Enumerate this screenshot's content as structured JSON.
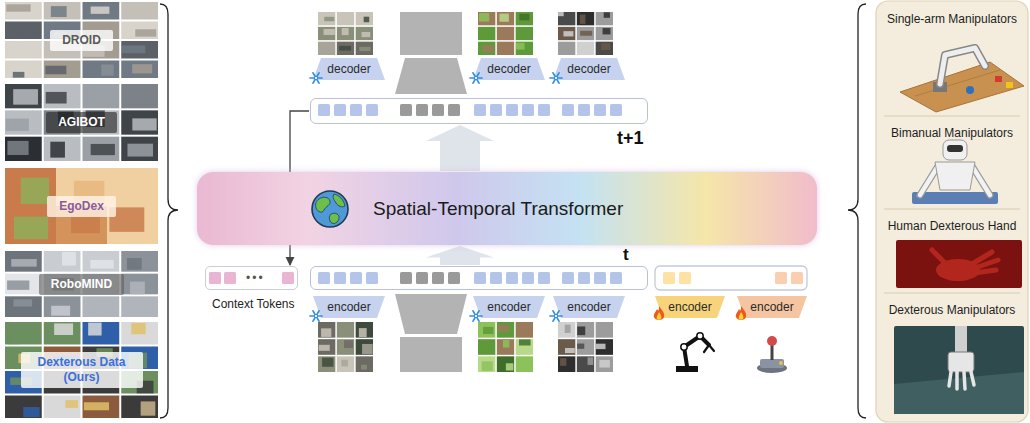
{
  "diagram": {
    "nodes": [
      {
        "text": [
          "DROID"
        ]
      },
      {
        "text": [
          "AGIBOT"
        ]
      },
      {
        "text": [
          "EgoDex"
        ]
      },
      {
        "text": [
          "RoboMIND"
        ]
      },
      {
        "text": [
          "Dexterous Data (Ours)"
        ]
      },
      {
        "text": [
          "decoder"
        ]
      },
      {
        "text": [
          "decoder"
        ]
      },
      {
        "text": [
          "decoder"
        ]
      },
      {
        "text": [
          "t+1"
        ]
      },
      {
        "text": [
          "Spatial-Temporal Transformer"
        ]
      },
      {
        "text": [
          "•••",
          "Context Tokens"
        ]
      },
      {
        "text": [
          "t"
        ]
      },
      {
        "text": [
          "encoder"
        ]
      },
      {
        "text": [
          "encoder"
        ]
      },
      {
        "text": [
          "encoder"
        ]
      },
      {
        "text": [
          "encoder"
        ]
      },
      {
        "text": [
          "encoder"
        ]
      },
      {
        "text": [
          "Single-arm Manipulators"
        ]
      },
      {
        "text": [
          "Bimanual Manipulators"
        ]
      },
      {
        "text": [
          "Human Dexterous Hand"
        ]
      },
      {
        "text": [
          "Dexterous Manipulators"
        ]
      }
    ],
    "edges": [
      {
        "from": 11,
        "to": 9,
        "arrow": "to"
      },
      {
        "from": 9,
        "to": 8,
        "arrow": "to"
      },
      {
        "from": 8,
        "to": 10,
        "arrow": "to"
      }
    ]
  }
}
